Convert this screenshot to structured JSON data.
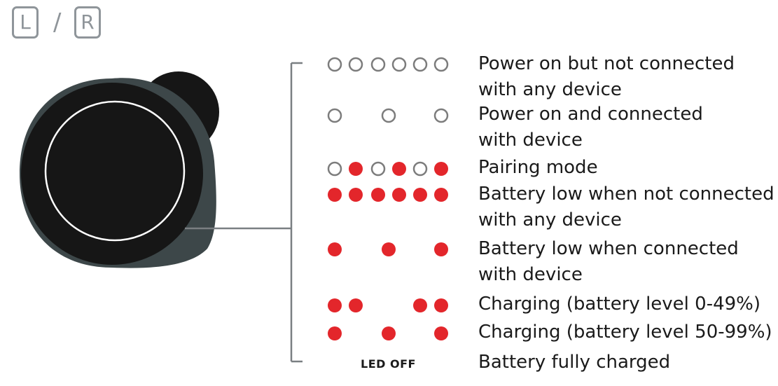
{
  "header": {
    "left_label": "L",
    "separator": "/",
    "right_label": "R"
  },
  "colors": {
    "led_red": "#e3262b",
    "led_off_ring": "#7c7c7c",
    "earbud_dark": "#161616",
    "earbud_rim": "#3d4749",
    "bracket": "#7a7f82"
  },
  "led_patterns": [
    {
      "leds": [
        "off",
        "off",
        "off",
        "off",
        "off",
        "off"
      ],
      "description": "Power on but not connected\nwith any device"
    },
    {
      "leds": [
        "off",
        null,
        "off",
        null,
        "off",
        null
      ],
      "description": "Power on and connected\nwith device"
    },
    {
      "leds": [
        "off",
        "red",
        "off",
        "red",
        "off",
        "red"
      ],
      "description": "Pairing mode"
    },
    {
      "leds": [
        "red",
        "red",
        "red",
        "red",
        "red",
        "red"
      ],
      "description": "Battery low when not connected\nwith any device"
    },
    {
      "leds": [
        "red",
        null,
        "red",
        null,
        "red",
        null
      ],
      "description": "Battery low when connected\nwith device"
    },
    {
      "leds": [
        "red",
        "red",
        null,
        "red",
        "red",
        null
      ],
      "description": "Charging (battery level 0-49%)"
    },
    {
      "leds": [
        "red",
        null,
        "red",
        null,
        "red",
        null
      ],
      "description": "Charging (battery level 50-99%)"
    },
    {
      "leds": [],
      "indicator_text": "LED OFF",
      "description": "Battery fully charged"
    }
  ]
}
